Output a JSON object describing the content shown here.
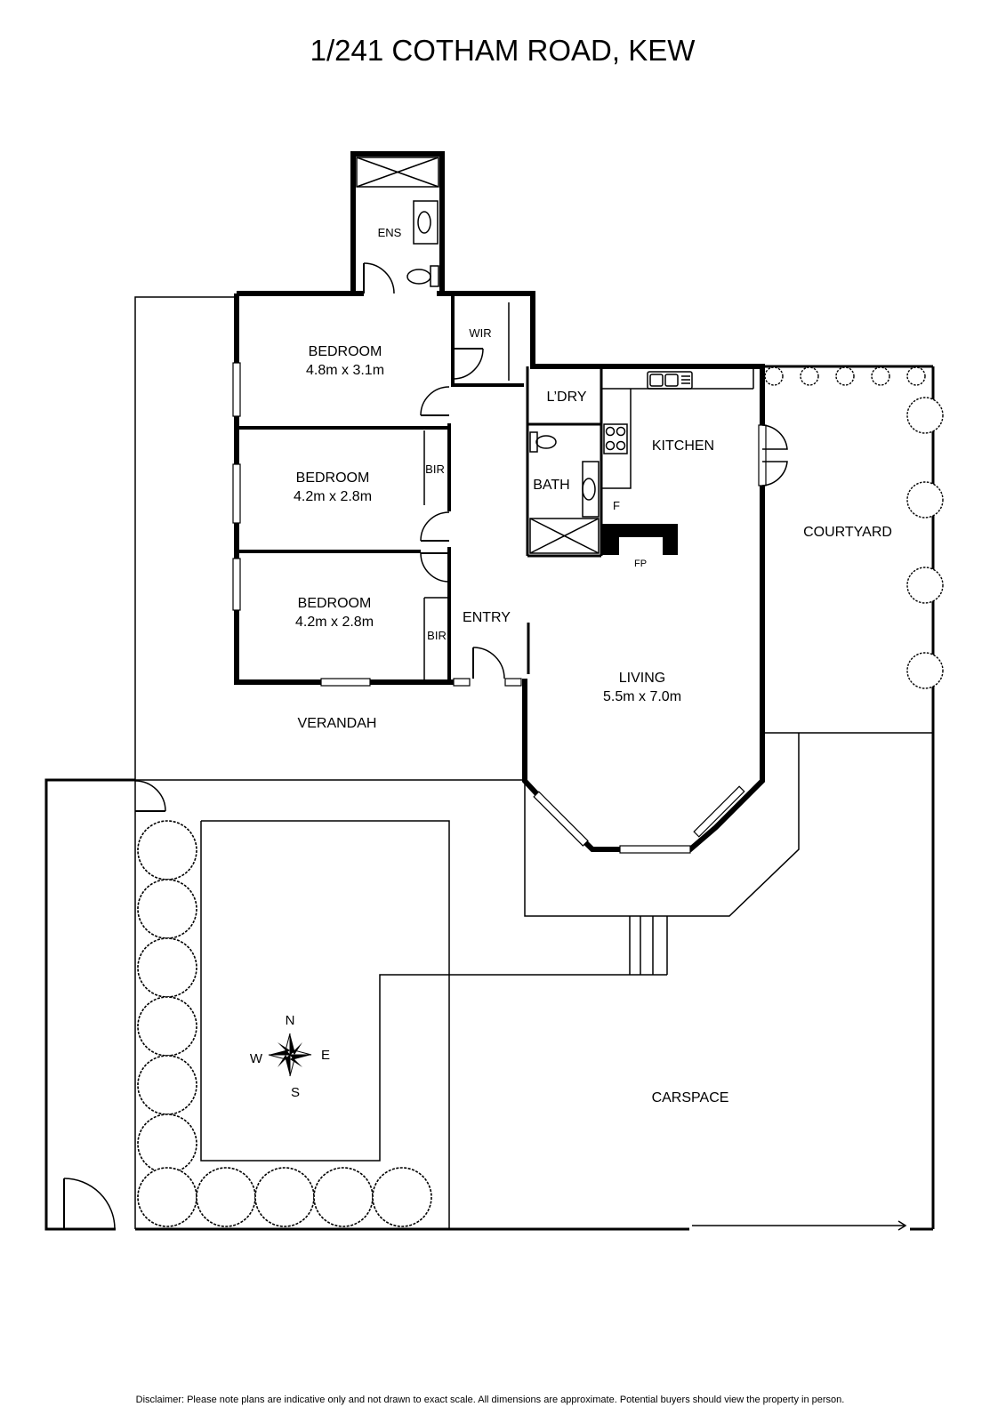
{
  "title": "1/241 COTHAM ROAD, KEW",
  "rooms": {
    "ensuite": "ENS",
    "wir": "WIR",
    "bedroom1": {
      "name": "BEDROOM",
      "size": "4.8m x 3.1m"
    },
    "bedroom2": {
      "name": "BEDROOM",
      "size": "4.2m x 2.8m"
    },
    "bedroom3": {
      "name": "BEDROOM",
      "size": "4.2m x 2.8m"
    },
    "bir1": "BIR",
    "bir2": "BIR",
    "laundry": "L’DRY",
    "bath": "BATH",
    "kitchen": "KITCHEN",
    "fridge": "F",
    "fireplace": "FP",
    "entry": "ENTRY",
    "living": {
      "name": "LIVING",
      "size": "5.5m x 7.0m"
    },
    "courtyard": "COURTYARD",
    "verandah": "VERANDAH",
    "carspace": "CARSPACE"
  },
  "compass": {
    "n": "N",
    "e": "E",
    "s": "S",
    "w": "W"
  },
  "disclaimer": "Disclaimer: Please note plans are indicative only and not drawn to exact scale. All dimensions are approximate. Potential buyers should view the property in person."
}
